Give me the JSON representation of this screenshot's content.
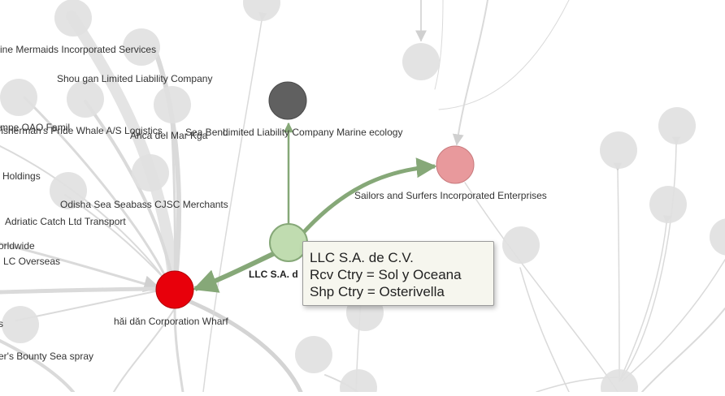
{
  "graph": {
    "background_node_labels": [
      "ine Mermaids Incorporated Services",
      "Shou gan  Limited Liability Company",
      "Neptune's Bounty Sea spray",
      "Anca del Mar Kga",
      "Fisherman's Pride Whale A/S Logistics",
      "Sea Bend",
      "Holdings",
      "Odisha Sea  Seabass CJSC Merchants",
      "Adriatic Catch Ltd Transport",
      "orldwide",
      "LC Overseas",
      "s",
      "er's Bounty Sea spray",
      "mpe OAO Famil"
    ],
    "highlighted_nodes": [
      {
        "id": "origin",
        "label": "LLC S.A. de C.V.",
        "label_visible": "LLC S.A. d",
        "color": "#c0dcb0"
      },
      {
        "id": "marine_ecology",
        "label": "Limited Liability Company Marine ecology",
        "color": "#606060"
      },
      {
        "id": "sailors",
        "label": "Sailors and Surfers Incorporated Enterprises",
        "color": "#e8999c"
      },
      {
        "id": "hai_dan",
        "label": "hǎi dǎn Corporation Wharf",
        "color": "#e8000b"
      }
    ],
    "edge_color": "#86a878"
  },
  "tooltip": {
    "title": "LLC S.A. de C.V.",
    "rcv_line": "Rcv Ctry = Sol y Oceana",
    "shp_line": "Shp Ctry = Osterivella"
  }
}
